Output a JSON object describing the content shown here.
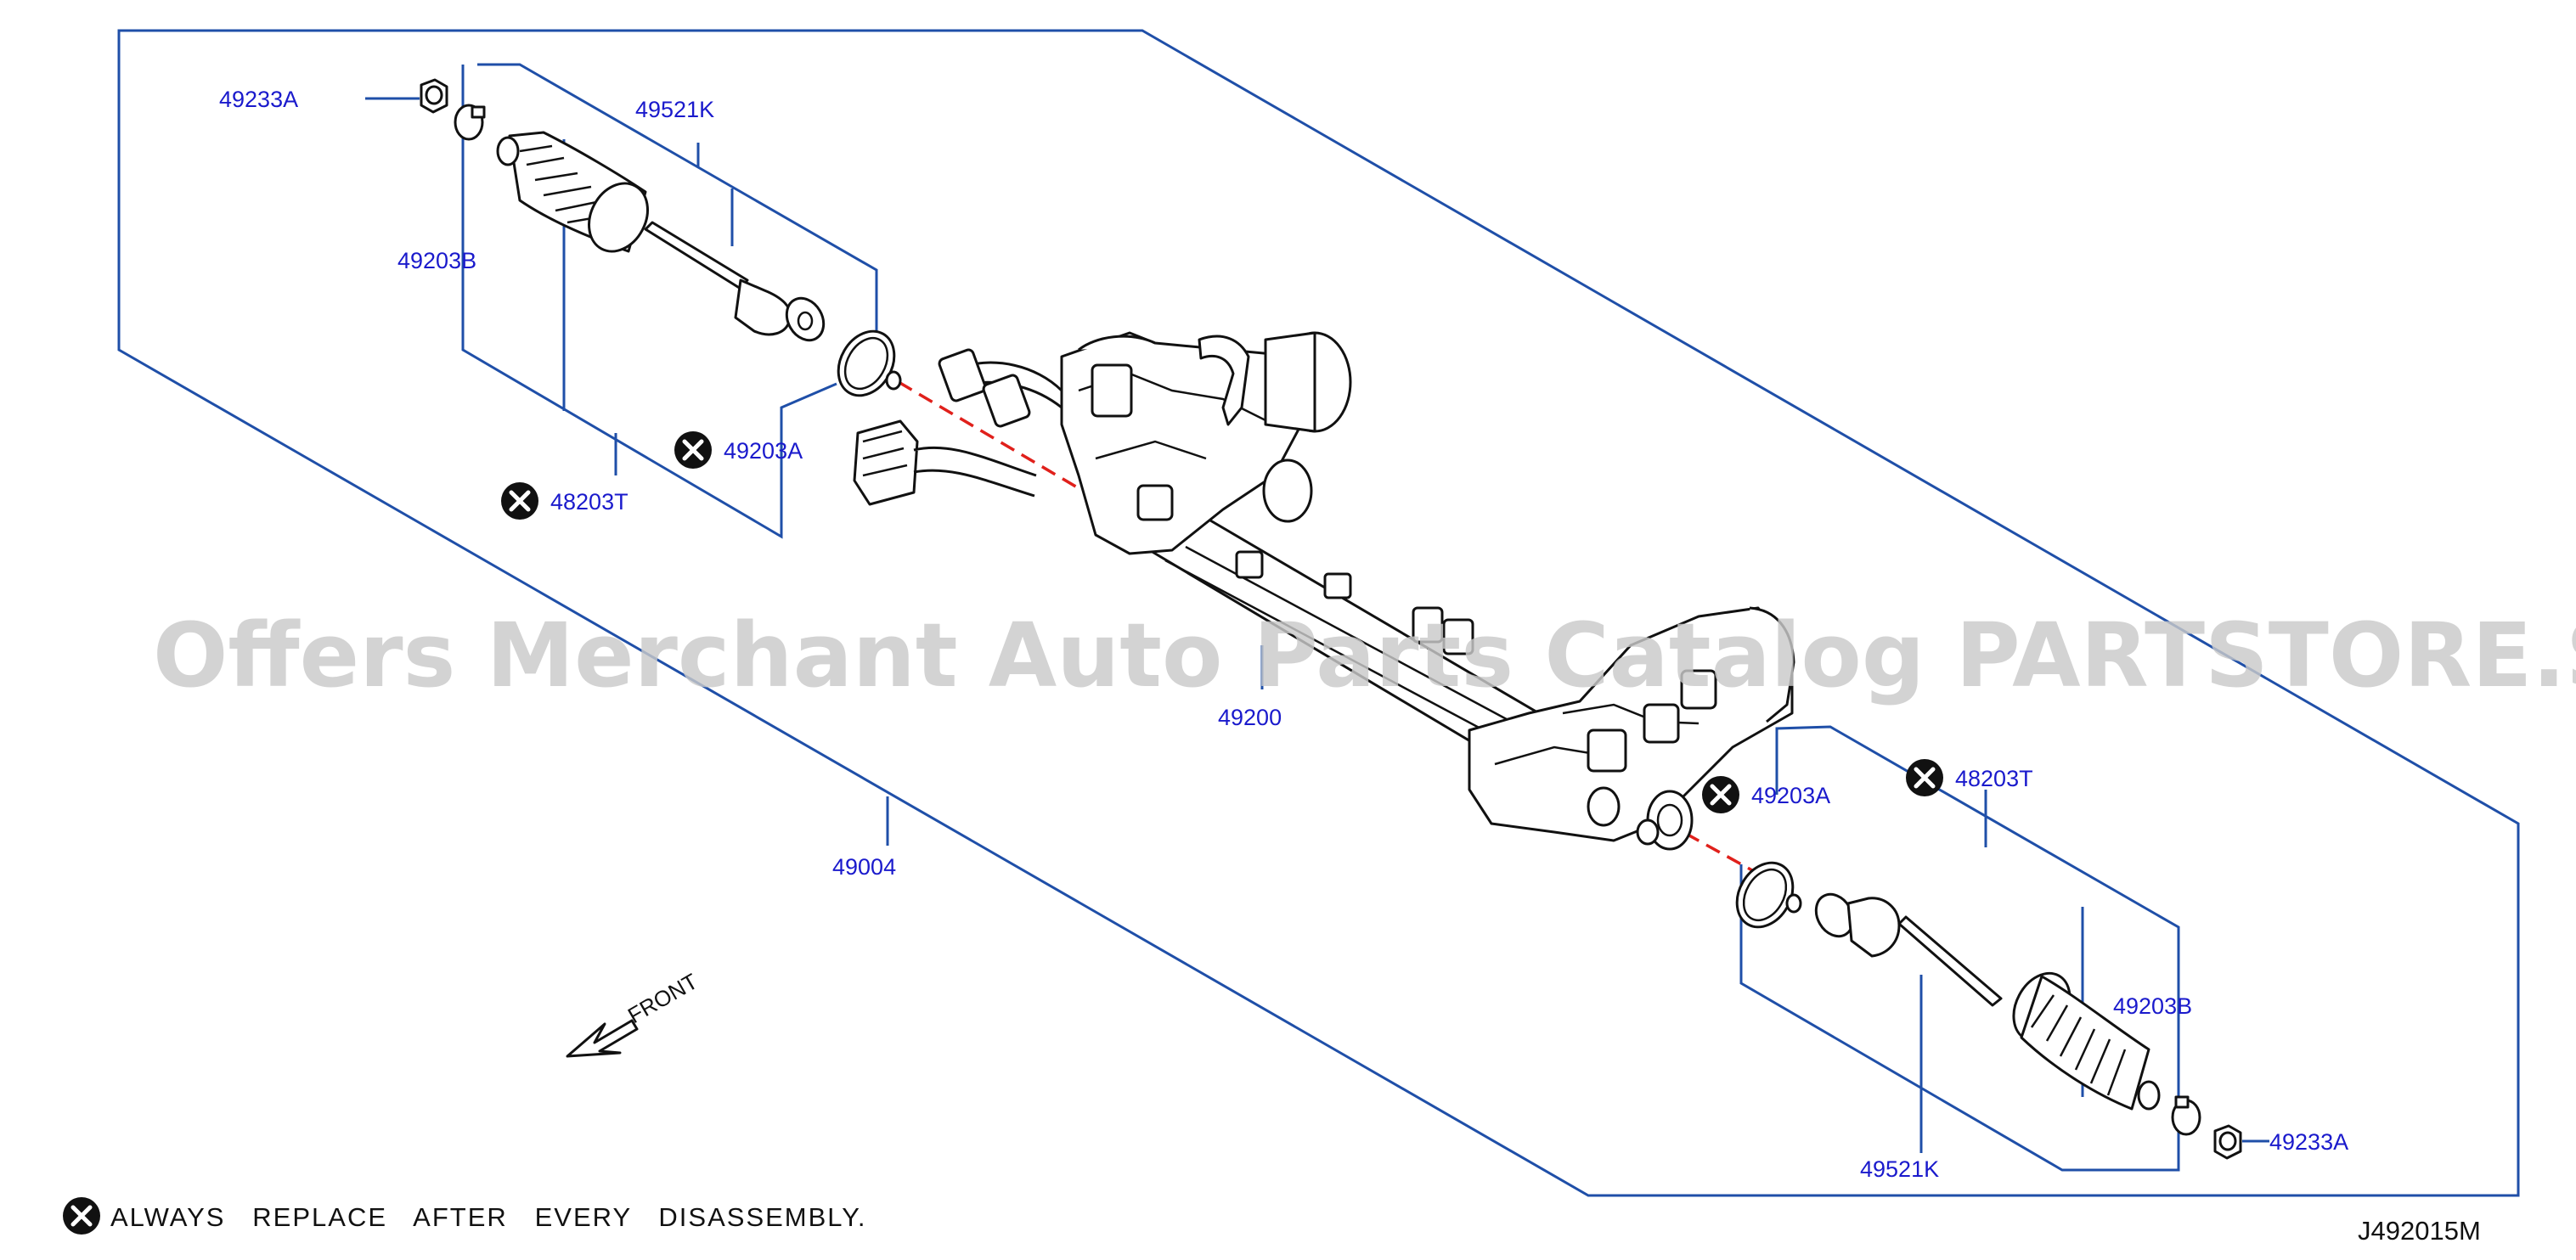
{
  "labels": {
    "p49233A_left": "49233A",
    "p49521K_top": "49521K",
    "p49203B_left": "49203B",
    "p49203A_left": "49203A",
    "p48203T_left": "48203T",
    "p49200": "49200",
    "p49004": "49004",
    "p49203A_right": "49203A",
    "p48203T_right": "48203T",
    "p49203B_right": "49203B",
    "p49233A_right": "49233A",
    "p49521K_bottom": "49521K"
  },
  "front_label": "FRONT",
  "note_text": "ALWAYS   REPLACE   AFTER   EVERY   DISASSEMBLY.",
  "diagram_code": "J492015M",
  "watermark": "Offers Merchant Auto Parts Catalog PARTSTORE.SA",
  "icons": {
    "replace": "x-circle-icon",
    "front_arrow": "arrow-front-icon"
  },
  "colors": {
    "leader_line": "#1f4fa8",
    "label_text": "#1a1acc",
    "centerline": "#e0201b"
  }
}
